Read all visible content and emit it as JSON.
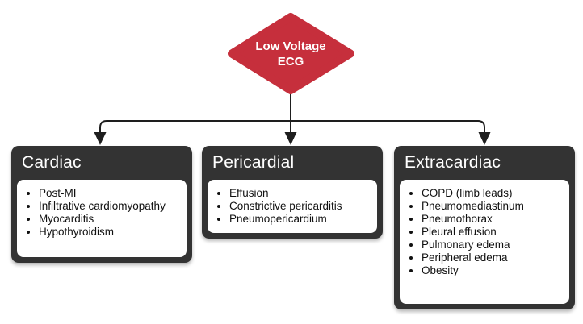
{
  "diamond": {
    "line1": "Low Voltage",
    "line2": "ECG"
  },
  "groups": [
    {
      "title": "Cardiac",
      "items": [
        "Post-MI",
        "Infiltrative cardiomyopathy",
        "Myocarditis",
        "Hypothyroidism"
      ]
    },
    {
      "title": "Pericardial",
      "items": [
        "Effusion",
        "Constrictive pericarditis",
        "Pneumopericardium"
      ]
    },
    {
      "title": "Extracardiac",
      "items": [
        "COPD (limb leads)",
        "Pneumomediastinum",
        "Pneumothorax",
        "Pleural effusion",
        "Pulmonary edema",
        "Peripheral edema",
        "Obesity"
      ]
    }
  ],
  "colors": {
    "diamond_fill": "#C62F3C",
    "box_fill": "#333333",
    "panel_fill": "#FFFFFF",
    "line": "#1E1E1E",
    "title_text": "#FFFFFF",
    "item_text": "#111111"
  }
}
